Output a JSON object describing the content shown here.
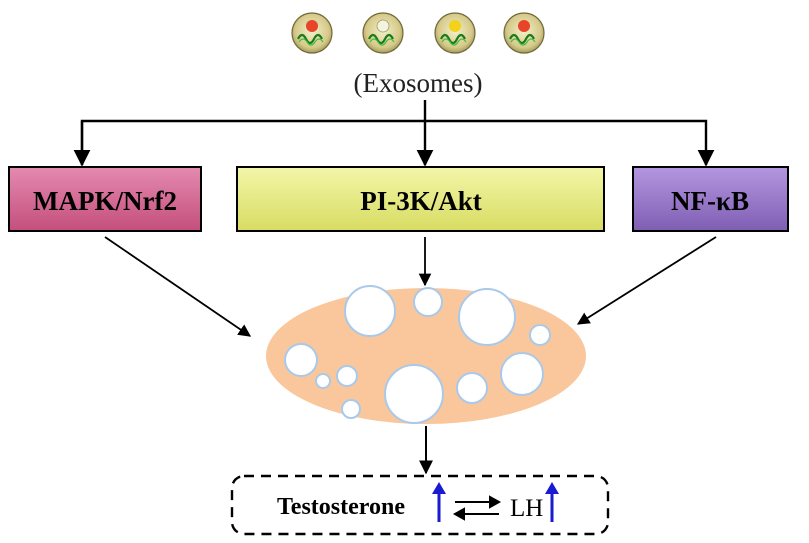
{
  "exosomes": {
    "label": "(Exosomes)",
    "icons": [
      {
        "icon": "exosome-vesicle-icon",
        "core_color": "#e8442a"
      },
      {
        "icon": "exosome-vesicle-icon",
        "core_color": "#f4f4dc"
      },
      {
        "icon": "exosome-vesicle-icon",
        "core_color": "#f2d21a"
      },
      {
        "icon": "exosome-vesicle-icon",
        "core_color": "#e8442a"
      }
    ]
  },
  "pathways": {
    "left": {
      "label": "MAPK/Nrf2",
      "color": "#d96a92"
    },
    "center": {
      "label": "PI-3K/Akt",
      "color": "#ecf08a"
    },
    "right": {
      "label": "NF-κB",
      "color": "#9a78c8"
    }
  },
  "cell": {
    "icon": "leydig-cell-icon",
    "color": "#f9c79b",
    "vacuole_color": "#ffffff",
    "vacuole_border": "#a9c9ea"
  },
  "outcome": {
    "hormone1": "Testosterone",
    "hormone2": "LH",
    "up_arrow_color": "#1a1ad0",
    "relation": "bidirectional"
  }
}
